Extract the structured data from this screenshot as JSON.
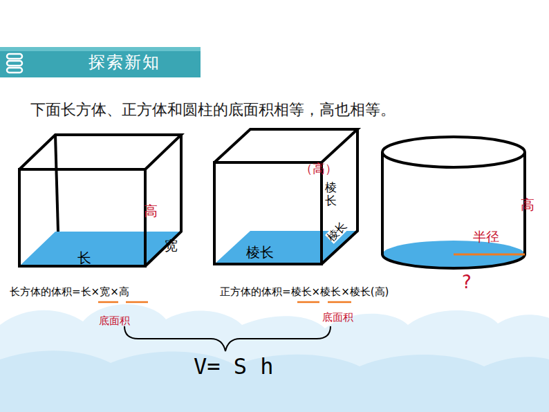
{
  "diagram": {
    "nodes": [
      {
        "text": [
          "探索新知"
        ]
      }
    ],
    "labels": [
      "下面长方体、正方体和圆柱的底面积相等，高也相等。",
      "高",
      "长",
      "宽",
      "（高）",
      "棱长",
      "棱长",
      "棱长",
      "高",
      "半径",
      "?",
      "长方体的体积=长×宽×高",
      "正方体的体积=棱长×棱长×棱长(高)",
      "底面积",
      "底面积",
      "V= S h"
    ]
  }
}
